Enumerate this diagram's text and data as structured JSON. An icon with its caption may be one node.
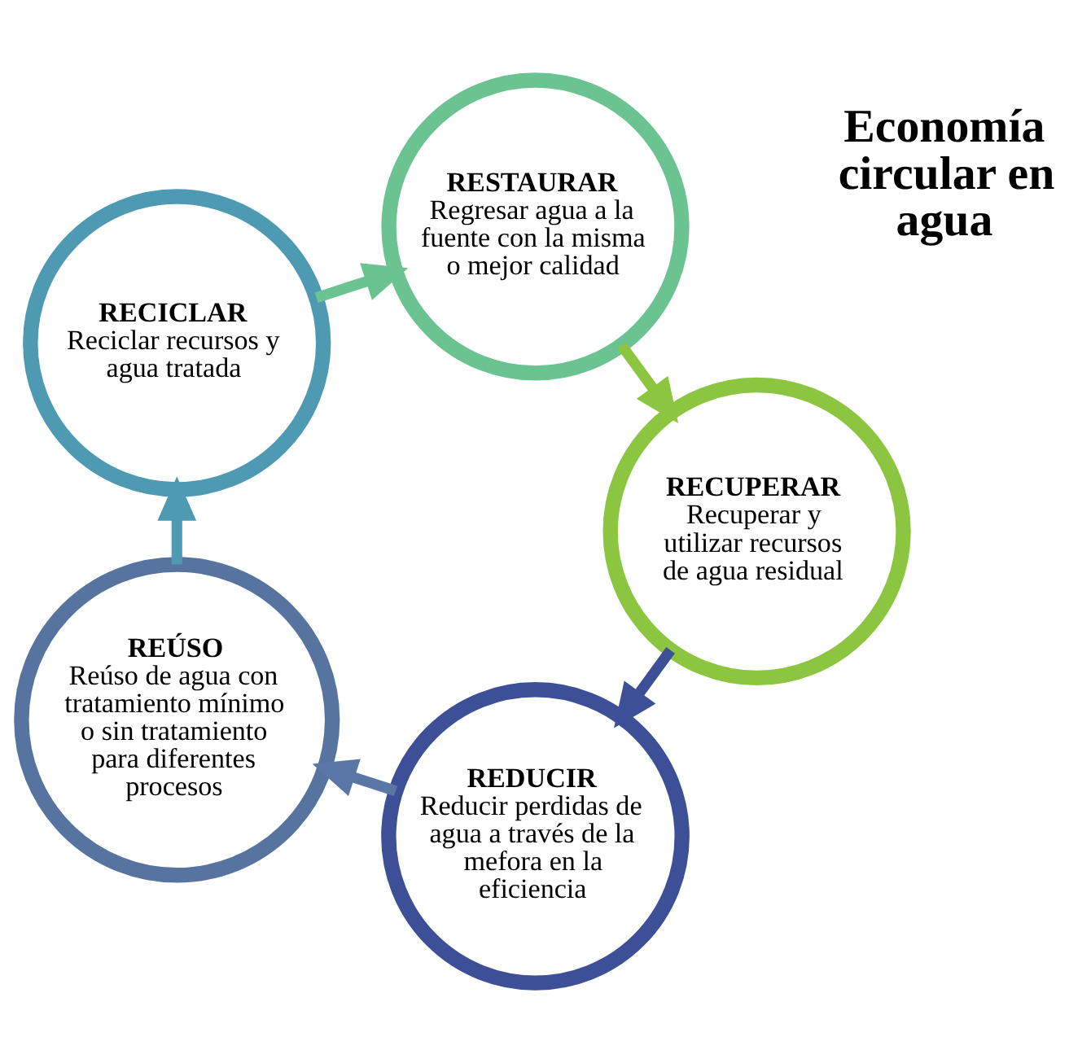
{
  "diagram": {
    "nodes": [
      {
        "text": [
          "REDUCIR",
          "Reducir perdidas de agua a través de la mefora en la eficiencia"
        ]
      },
      {
        "text": [
          "REÚSO",
          "Reúso de agua con tratamiento mínimo o sin tratamiento para diferentes procesos"
        ]
      },
      {
        "text": [
          "RECICLAR",
          "Reciclar recursos y agua tratada"
        ]
      },
      {
        "text": [
          "RESTAURAR",
          "Regresar agua a la fuente con la misma o mejor calidad"
        ]
      },
      {
        "text": [
          "RECUPERAR",
          "Recuperar y utilizar recursos de agua residual"
        ]
      }
    ],
    "edges": [
      {
        "from": 0,
        "to": 1,
        "arrow": "to",
        "color": "#5a76a6"
      },
      {
        "from": 1,
        "to": 2,
        "arrow": "to",
        "color": "#4e9ab3"
      },
      {
        "from": 2,
        "to": 3,
        "arrow": "to",
        "color": "#6cc392"
      },
      {
        "from": 3,
        "to": 4,
        "arrow": "to",
        "color": "#8cc540"
      },
      {
        "from": 4,
        "to": 0,
        "arrow": "to",
        "color": "#3d4f96"
      }
    ],
    "labels": [
      "Economía circular en agua"
    ]
  }
}
